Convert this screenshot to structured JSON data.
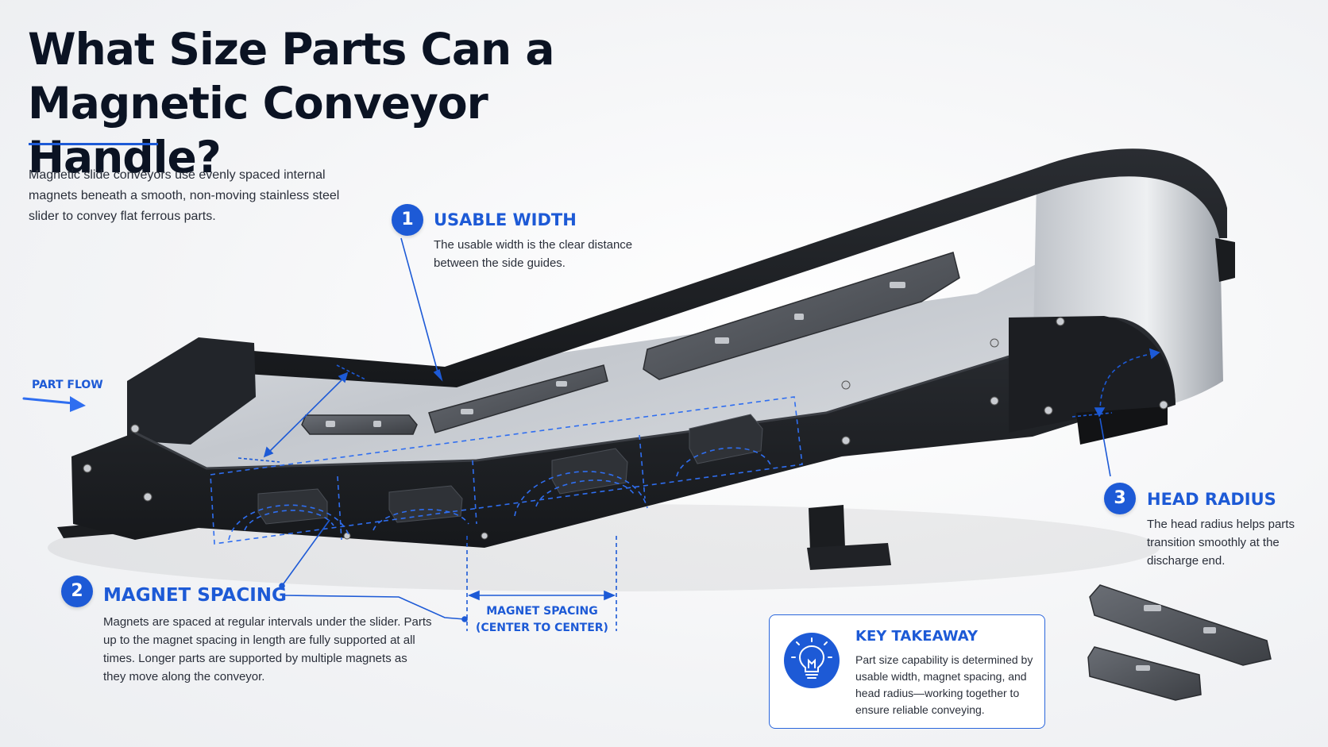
{
  "title": "What Size Parts Can a Magnetic Conveyor Handle?",
  "intro": "Magnetic slide conveyors use evenly spaced internal magnets beneath a smooth, non-moving stainless steel slider to convey flat ferrous parts.",
  "part_flow": "PART FLOW",
  "callouts": [
    {
      "number": "1",
      "heading": "USABLE WIDTH",
      "text": "The usable width is the clear distance between the side guides."
    },
    {
      "number": "2",
      "heading": "MAGNET SPACING",
      "text": "Magnets are spaced at regular intervals under the slider. Parts up to the magnet spacing in length are fully supported at all times. Longer parts are supported by multiple magnets as they move along the conveyor."
    },
    {
      "number": "3",
      "heading": "HEAD RADIUS",
      "text": "The head radius helps parts transition smoothly at the discharge end."
    }
  ],
  "spacing_label": {
    "line1": "MAGNET SPACING",
    "line2": "(CENTER TO CENTER)"
  },
  "takeaway": {
    "heading": "KEY TAKEAWAY",
    "text": "Part size capability is determined by usable width, magnet spacing, and head radius—working together to ensure reliable conveying."
  },
  "colors": {
    "accent": "#1d5ad6",
    "frame": "#1e2024",
    "slider": "#c9ccd1"
  },
  "icons": [
    "lightbulb-icon",
    "arrow-right-icon"
  ]
}
